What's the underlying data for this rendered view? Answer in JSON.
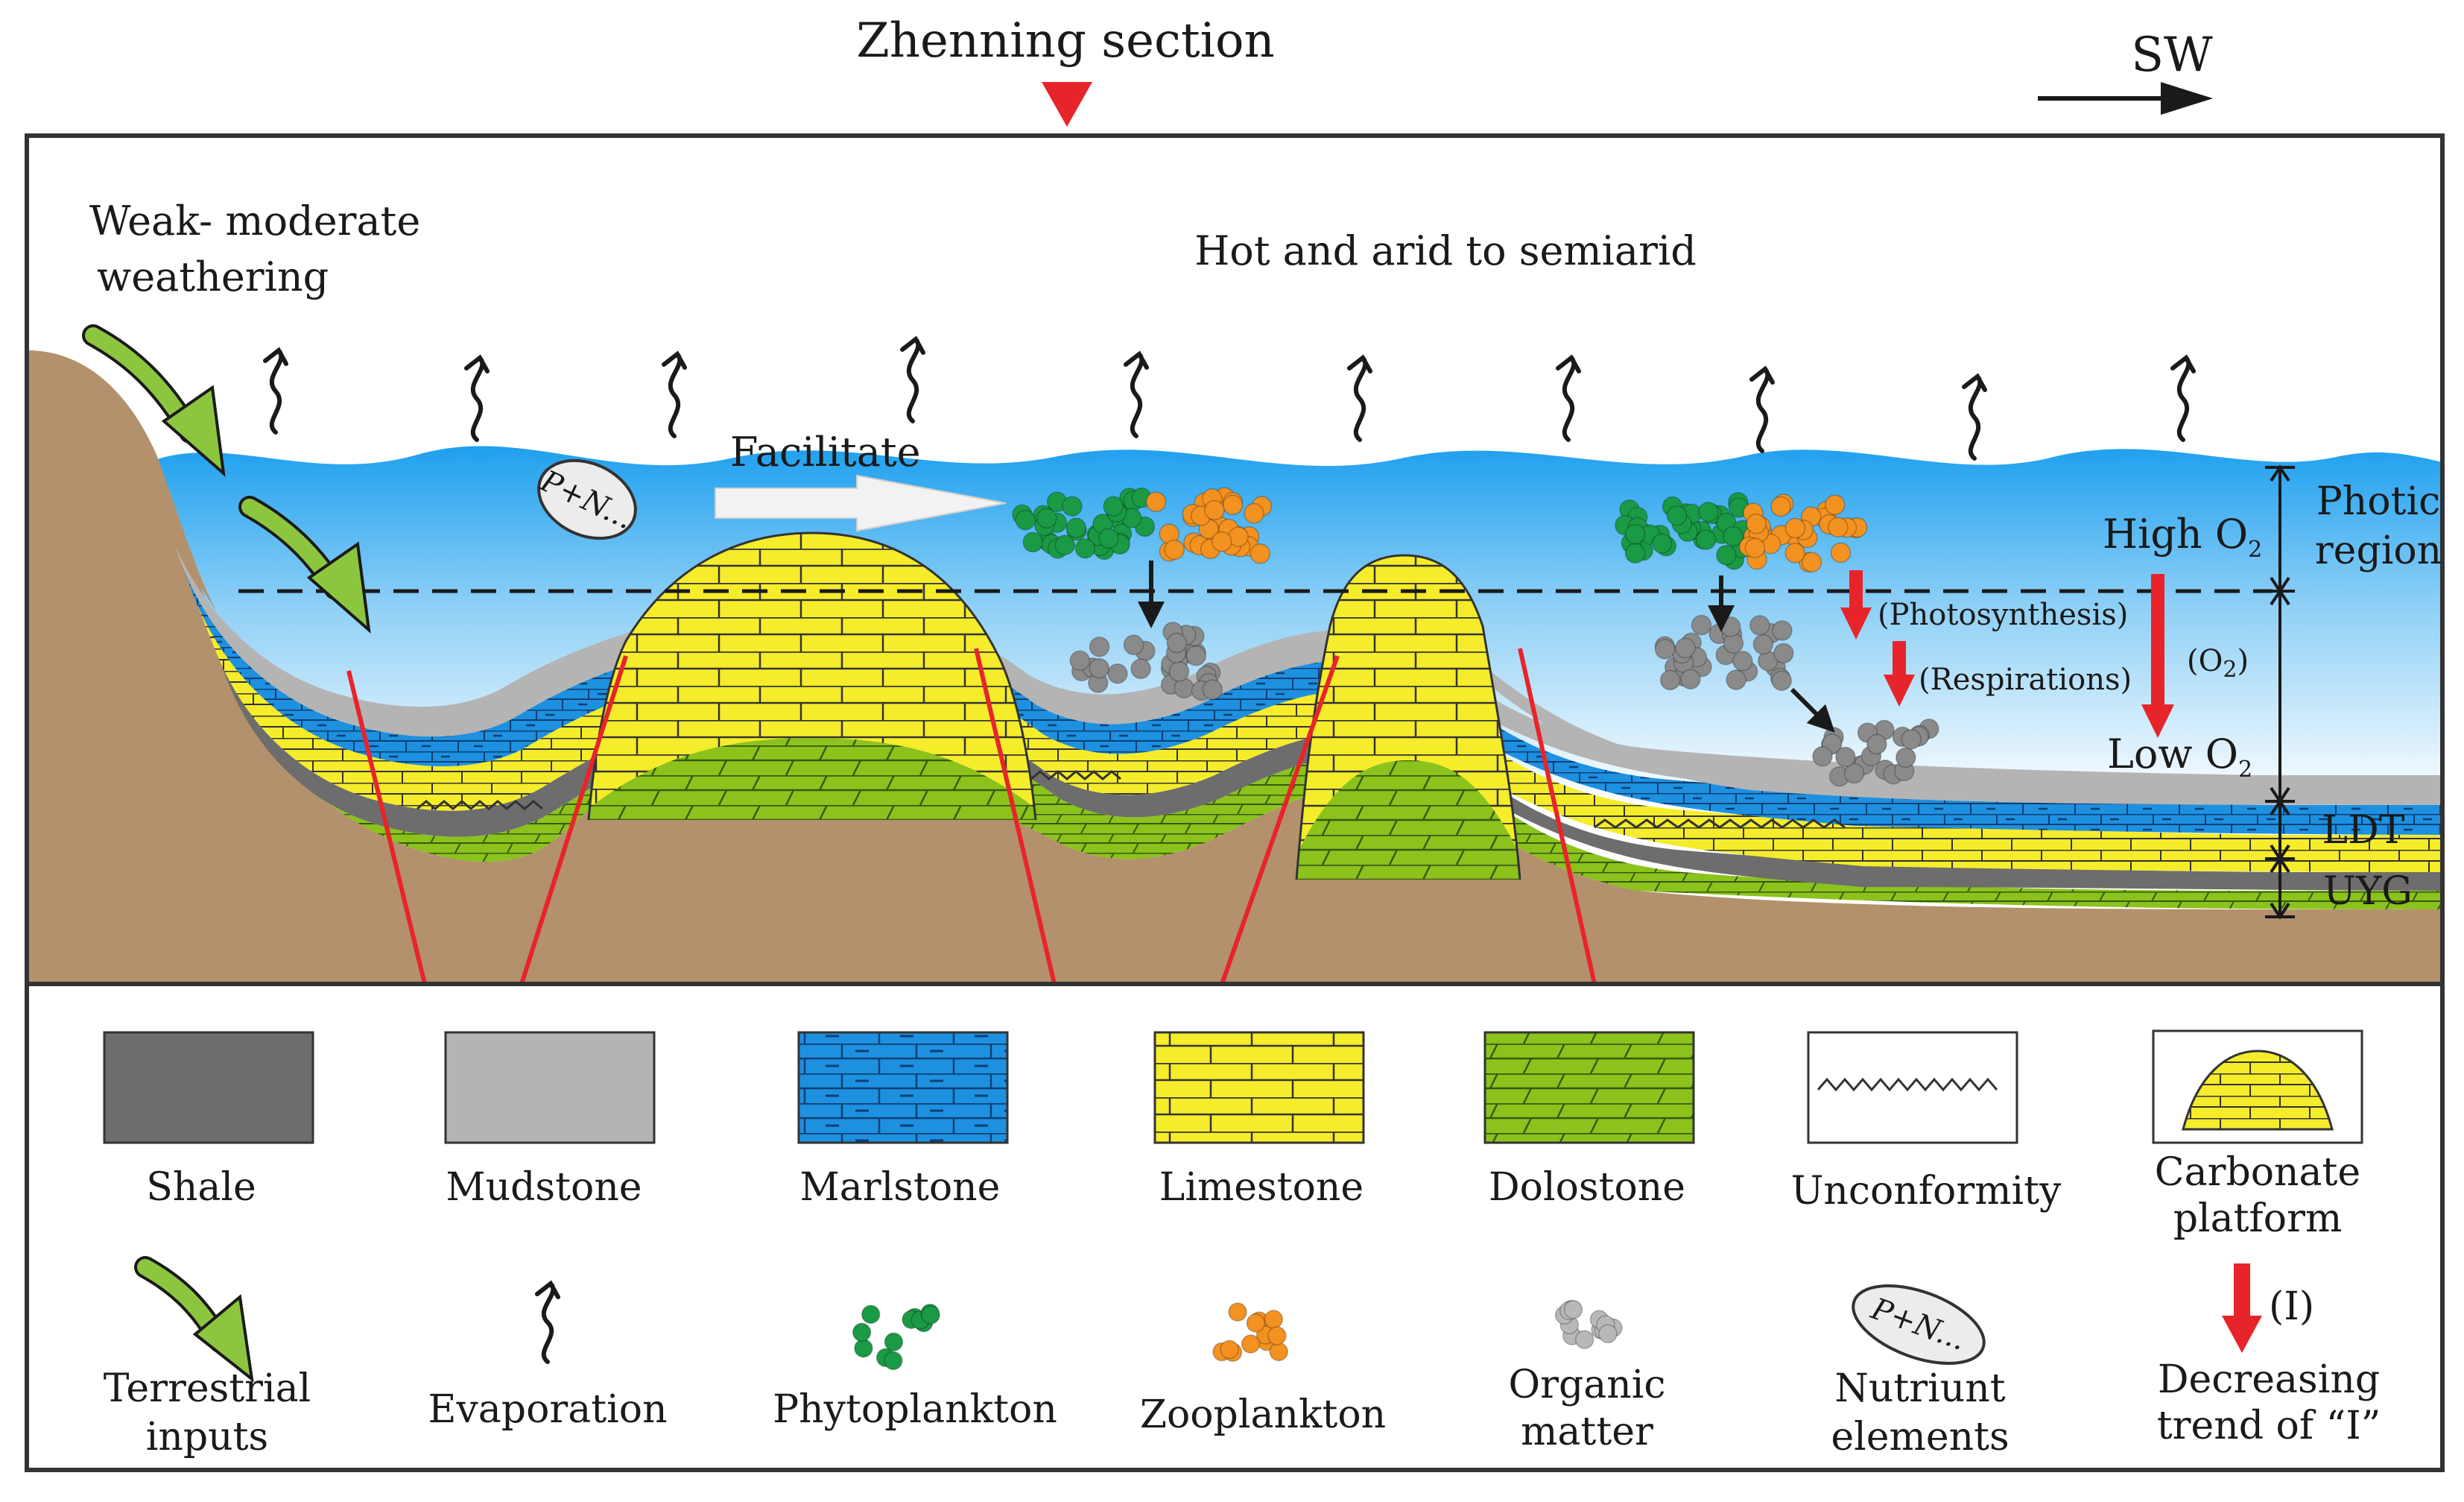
{
  "header": {
    "section_label": "Zhenning section",
    "direction_label": "SW"
  },
  "diagram": {
    "weathering_line1": "Weak- moderate",
    "weathering_line2": "weathering",
    "climate": "Hot and arid to semiarid",
    "nutrient_bubble": "P+N...",
    "facilitate": "Facilitate",
    "high_o2": "High O",
    "low_o2": "Low O",
    "o2_sub": "2",
    "photosynthesis": "(Photosynthesis)",
    "respirations": "(Respirations)",
    "o2_paren_open": "(O",
    "o2_paren_close": ")",
    "photic_line1": "Photic",
    "photic_line2": "region",
    "ldt": "LDT",
    "uyg": "UYG"
  },
  "legend": {
    "row1": [
      {
        "label": "Shale",
        "icon": "shale-swatch"
      },
      {
        "label": "Mudstone",
        "icon": "mudstone-swatch"
      },
      {
        "label": "Marlstone",
        "icon": "marlstone-swatch"
      },
      {
        "label": "Limestone",
        "icon": "limestone-swatch"
      },
      {
        "label": "Dolostone",
        "icon": "dolostone-swatch"
      },
      {
        "label": "Unconformity",
        "icon": "unconformity-swatch"
      },
      {
        "label_line1": "Carbonate",
        "label_line2": "platform",
        "icon": "carbonate-platform-swatch"
      }
    ],
    "row2": [
      {
        "label_line1": "Terrestrial",
        "label_line2": "inputs",
        "icon": "terrestrial-input-arrow-icon"
      },
      {
        "label": "Evaporation",
        "icon": "evaporation-icon"
      },
      {
        "label": "Phytoplankton",
        "icon": "phytoplankton-icon"
      },
      {
        "label": "Zooplankton",
        "icon": "zooplankton-icon"
      },
      {
        "label_line1": "Organic",
        "label_line2": "matter",
        "icon": "organic-matter-icon"
      },
      {
        "label_line1": "Nutriunt",
        "label_line2": "elements",
        "icon": "nutrient-bubble-icon",
        "bubble_text": "P+N..."
      },
      {
        "label_line1": "Decreasing",
        "label_line2": "trend of “I”",
        "icon": "decreasing-arrow-icon",
        "arrow_text": "(I)"
      }
    ]
  },
  "colors": {
    "shale": "#6d6d6d",
    "mudstone": "#b4b4b4",
    "marlstone": "#1e90e0",
    "limestone": "#f5ec2b",
    "dolostone": "#8cc21c",
    "land": "#b3916c",
    "water_top": "#2aa5ee",
    "water_bottom": "#ffffff",
    "phytoplankton": "#1a9a45",
    "zooplankton": "#f39220",
    "organic_matter": "#8a8a8a",
    "fault_red": "#e8242b",
    "terrestrial_arrow": "#8cc63f"
  }
}
